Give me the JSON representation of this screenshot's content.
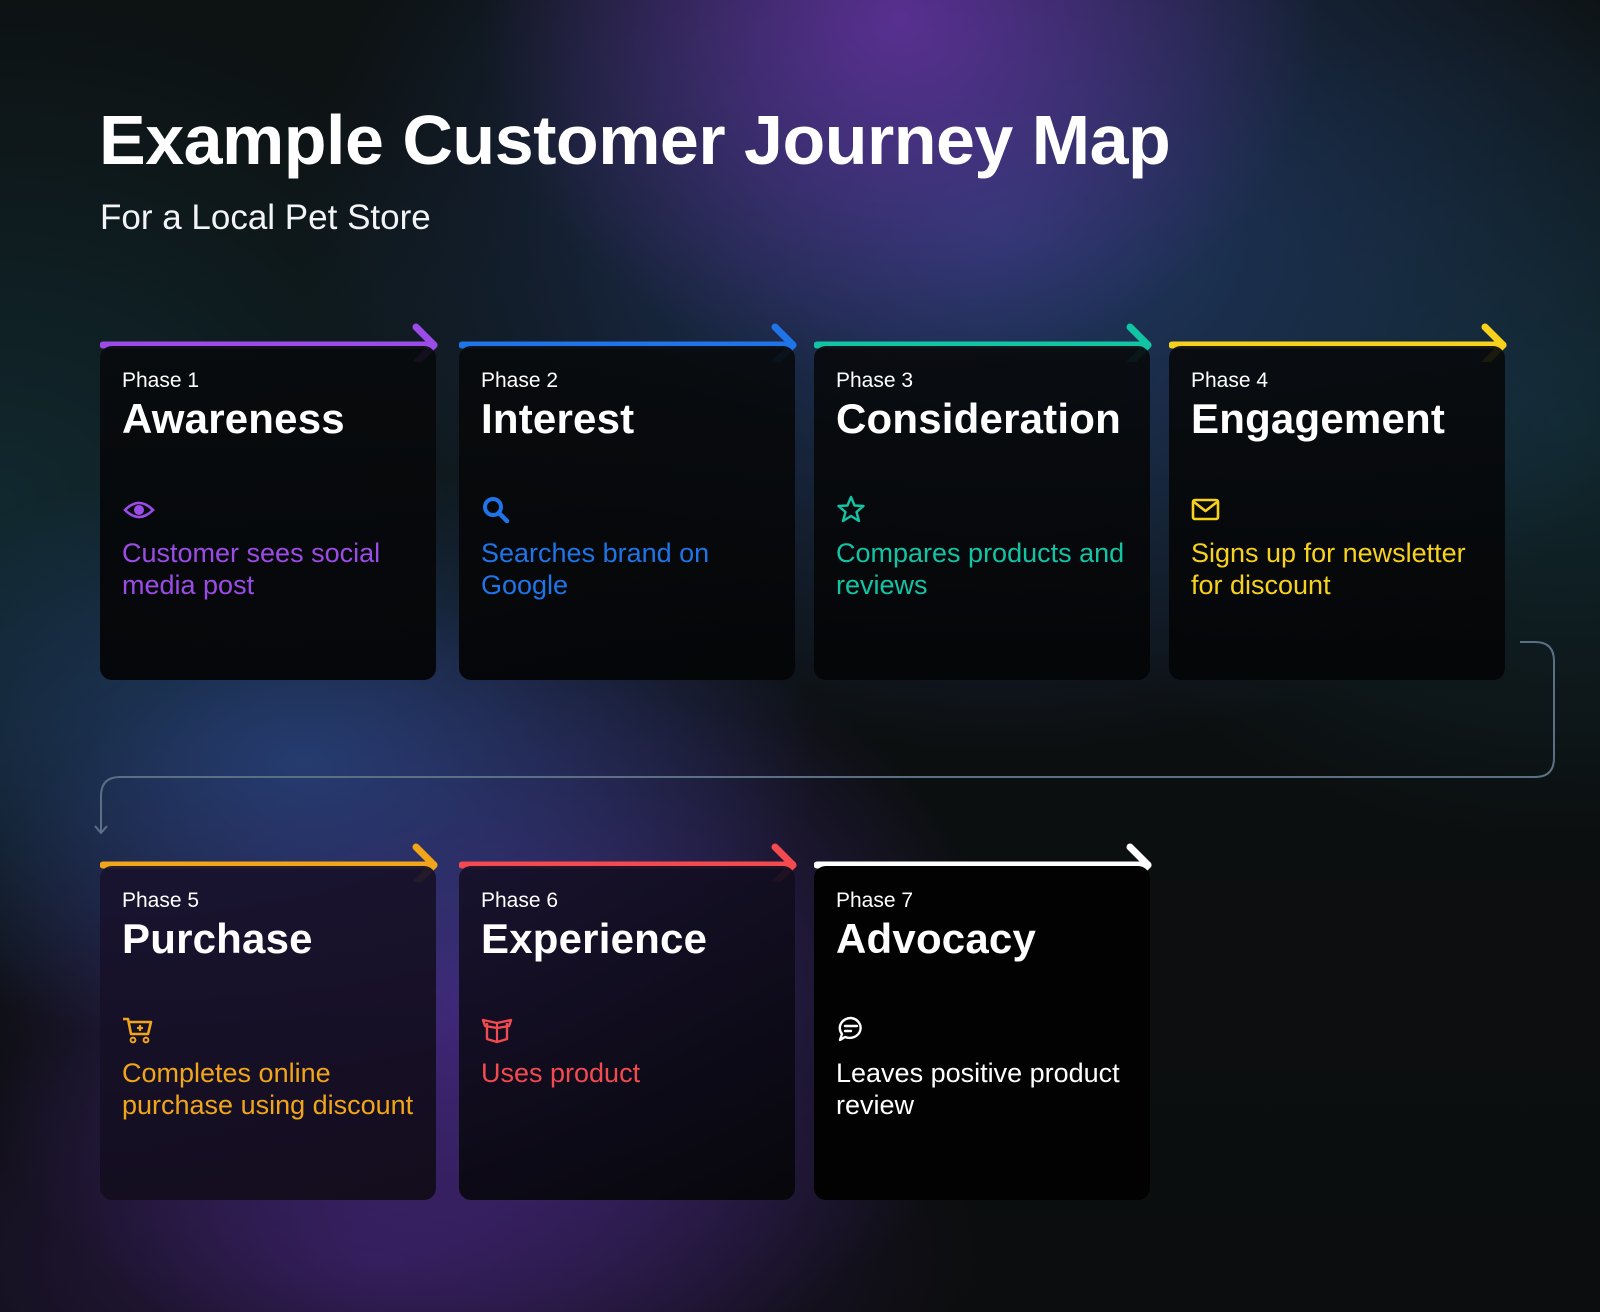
{
  "header": {
    "title": "Example Customer Journey Map",
    "subtitle": "For a Local Pet Store"
  },
  "colors": {
    "purple": "#9b4ce6",
    "blue": "#1f74e8",
    "teal": "#12c3a4",
    "yellow": "#f7d21c",
    "orange": "#f0a51a",
    "red": "#f24a4f",
    "white": "#ffffff",
    "connector": "#5c7085"
  },
  "phases": [
    {
      "label": "Phase 1",
      "name": "Awareness",
      "icon": "eye-icon",
      "description": "Customer sees social media post",
      "color": "#9b4ce6"
    },
    {
      "label": "Phase 2",
      "name": "Interest",
      "icon": "search-icon",
      "description": "Searches brand on Google",
      "color": "#1f74e8"
    },
    {
      "label": "Phase 3",
      "name": "Consideration",
      "icon": "star-icon",
      "description": "Compares products and reviews",
      "color": "#12c3a4"
    },
    {
      "label": "Phase 4",
      "name": "Engagement",
      "icon": "envelope-icon",
      "description": "Signs up for newsletter for discount",
      "color": "#f7d21c"
    },
    {
      "label": "Phase 5",
      "name": "Purchase",
      "icon": "cart-icon",
      "description": "Completes online purchase using discount",
      "color": "#f0a51a"
    },
    {
      "label": "Phase 6",
      "name": "Experience",
      "icon": "box-icon",
      "description": "Uses product",
      "color": "#f24a4f"
    },
    {
      "label": "Phase 7",
      "name": "Advocacy",
      "icon": "chat-icon",
      "description": "Leaves positive product review",
      "color": "#ffffff"
    }
  ]
}
